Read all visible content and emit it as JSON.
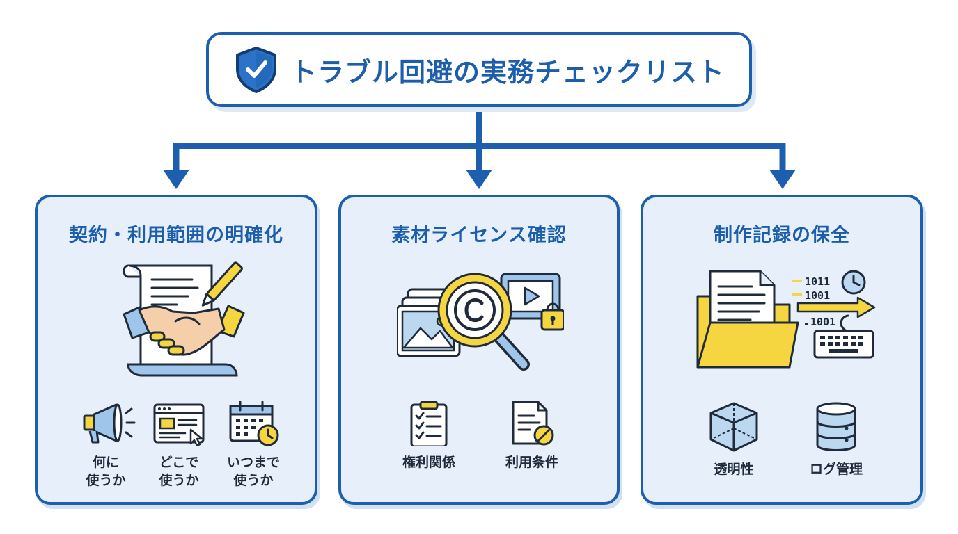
{
  "title": {
    "text": "トラブル回避の実務チェックリスト",
    "icon": "shield-check-icon"
  },
  "colors": {
    "primary": "#1d5fae",
    "card_bg": "#e7f0fa",
    "accent_yellow": "#f6d640",
    "light_blue": "#bcd8f1"
  },
  "cards": [
    {
      "title": "契約・利用範囲の明確化",
      "hero_icon": "contract-handshake-icon",
      "items": [
        {
          "label": "何に\n使うか",
          "icon": "megaphone-icon"
        },
        {
          "label": "どこで\n使うか",
          "icon": "browser-window-icon"
        },
        {
          "label": "いつまで\n使うか",
          "icon": "calendar-clock-icon"
        }
      ]
    },
    {
      "title": "素材ライセンス確認",
      "hero_icon": "copyright-magnifier-icon",
      "items": [
        {
          "label": "権利関係",
          "icon": "clipboard-checklist-icon"
        },
        {
          "label": "利用条件",
          "icon": "document-prohibited-icon"
        }
      ]
    },
    {
      "title": "制作記録の保全",
      "hero_icon": "folder-data-log-icon",
      "hero_text": {
        "line1": "1011",
        "line2": "1001",
        "line3": "1001"
      },
      "items": [
        {
          "label": "透明性",
          "icon": "transparent-cube-icon"
        },
        {
          "label": "ログ管理",
          "icon": "database-icon"
        }
      ]
    }
  ]
}
